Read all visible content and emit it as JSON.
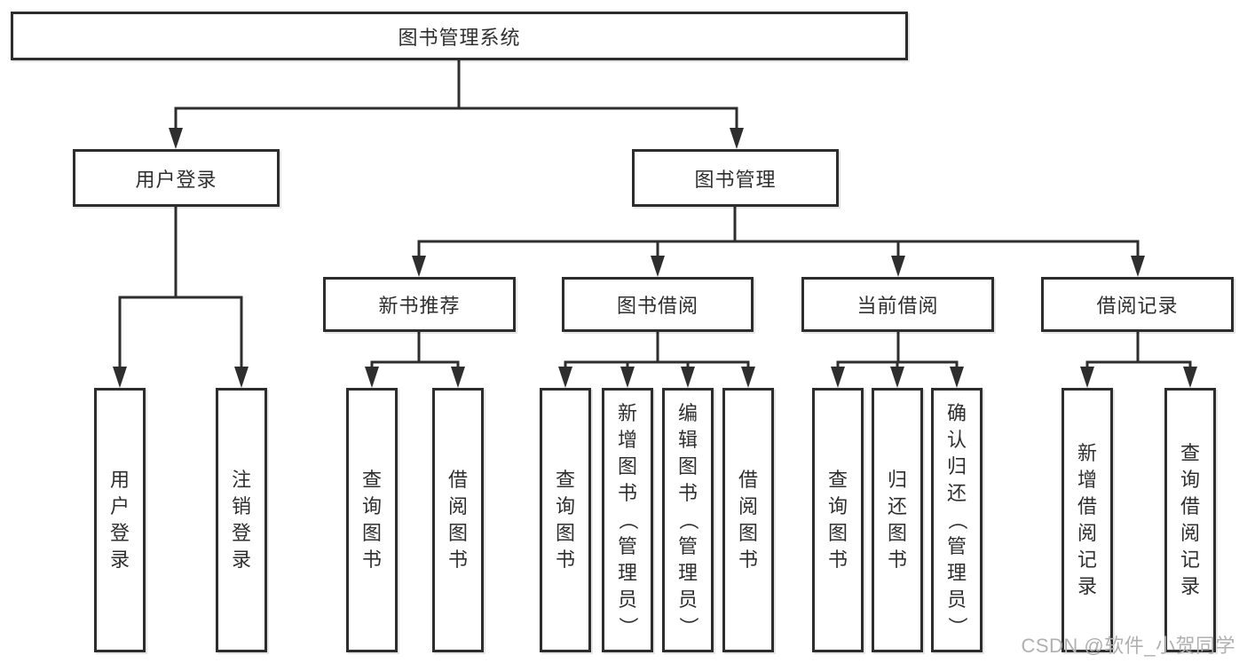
{
  "colors": {
    "background": "#ffffff",
    "line": "#2e2e2e",
    "box_border": "#2d2d2d",
    "text": "#2f2f2f",
    "watermark": "#b0b0b0"
  },
  "tree": {
    "root": "图书管理系统",
    "user_login": {
      "label": "用户登录",
      "children": [
        "用户登录",
        "注销登录"
      ]
    },
    "book_management": {
      "label": "图书管理",
      "modules": {
        "new_book": {
          "label": "新书推荐",
          "children": [
            "查询图书",
            "借阅图书"
          ]
        },
        "borrow": {
          "label": "图书借阅",
          "children": [
            "查询图书",
            "新增图书（管理员）",
            "编辑图书（管理员）",
            "借阅图书"
          ]
        },
        "current": {
          "label": "当前借阅",
          "children": [
            "查询图书",
            "归还图书",
            "确认归还（管理员）"
          ]
        },
        "records": {
          "label": "借阅记录",
          "children": [
            "新增借阅记录",
            "查询借阅记录"
          ]
        }
      }
    }
  },
  "watermark": "CSDN @软件_小贺同学"
}
